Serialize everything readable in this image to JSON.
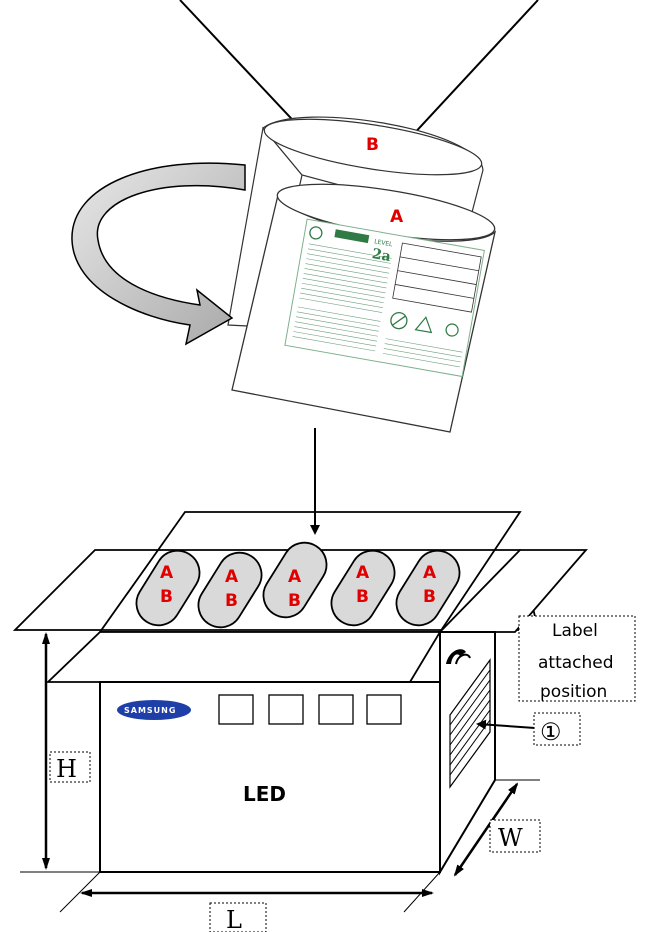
{
  "bag": {
    "outer_label": "B",
    "inner_label": "A",
    "moisture_level_label": "LEVEL",
    "moisture_level_value": "2a"
  },
  "reels": [
    {
      "top": "A",
      "bottom": "B"
    },
    {
      "top": "A",
      "bottom": "B"
    },
    {
      "top": "A",
      "bottom": "B"
    },
    {
      "top": "A",
      "bottom": "B"
    },
    {
      "top": "A",
      "bottom": "B"
    }
  ],
  "box": {
    "brand": "SAMSUNG",
    "product": "LED",
    "label_lines": [
      "Label",
      "attached",
      "position"
    ],
    "callout_number": "①",
    "dim_height": "H",
    "dim_length": "L",
    "dim_width": "W"
  },
  "colors": {
    "label_red": "#e00000",
    "reel_fill": "#d9d9d9",
    "brand_blue": "#1e3fa8",
    "bag_print_green": "#2f7a45"
  }
}
